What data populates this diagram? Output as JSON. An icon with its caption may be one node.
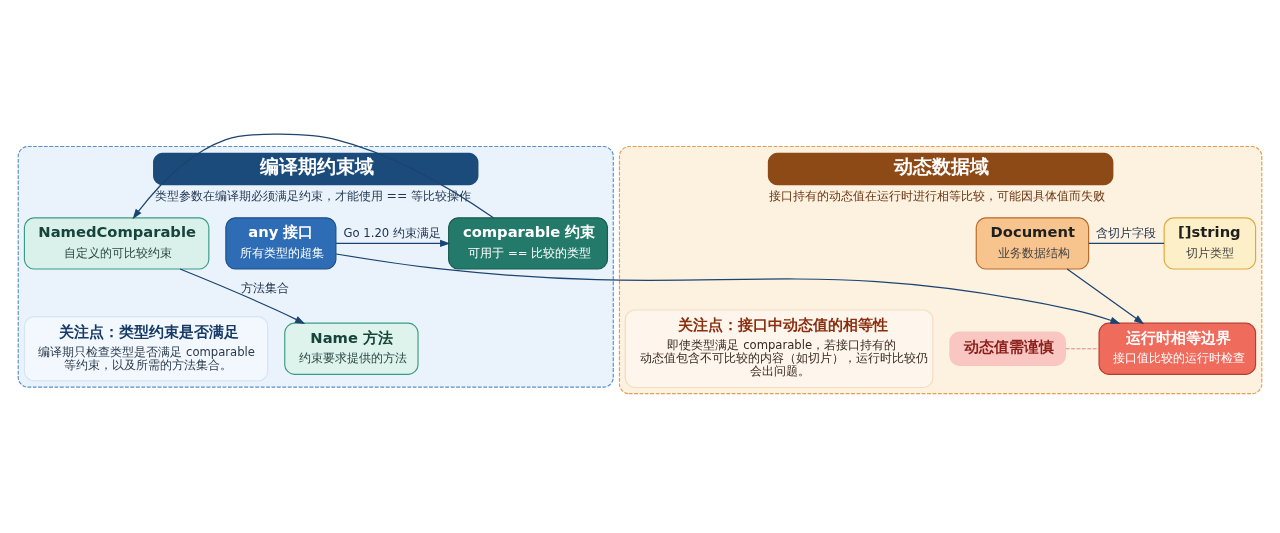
{
  "diagram": {
    "nodes": [
      {
        "text": [
          "编译期约束域",
          "类型参数在编译期必须满足约束，才能使用 == 等比较操作"
        ]
      },
      {
        "text": [
          "any 接口",
          "所有类型的超集"
        ],
        "in": 0
      },
      {
        "text": [
          "comparable 约束",
          "可用于 == 比较的类型"
        ],
        "in": 0
      },
      {
        "text": [
          "NamedComparable",
          "自定义的可比较约束"
        ],
        "in": 0
      },
      {
        "text": [
          "Name 方法",
          "约束要求提供的方法"
        ],
        "in": 0
      },
      {
        "text": [
          "关注点：类型约束是否满足",
          "编译期只检查类型是否满足 comparable 等约束，以及所需的方法集合。"
        ],
        "in": 0
      },
      {
        "text": [
          "动态数据域",
          "接口持有的动态值在运行时进行相等比较，可能因具体值而失败"
        ]
      },
      {
        "text": [
          "Document",
          "业务数据结构"
        ],
        "in": 6
      },
      {
        "text": [
          "[]string",
          "切片类型"
        ],
        "in": 6
      },
      {
        "text": [
          "运行时相等边界",
          "接口值比较的运行时检查"
        ],
        "in": 6
      },
      {
        "text": [
          "动态值需谨慎"
        ],
        "in": 6
      },
      {
        "text": [
          "关注点：接口中动态值的相等性",
          "即使类型满足 comparable，若接口持有的动态值包含不可比较的内容（如切片），运行时比较仍会出问题。"
        ],
        "in": 6
      }
    ],
    "edges": [
      {
        "from": 1,
        "to": 2,
        "arrow": "to",
        "label": "Go 1.20 约束满足"
      },
      {
        "from": 2,
        "to": 3,
        "arrow": "to"
      },
      {
        "from": 3,
        "to": 4,
        "arrow": "to",
        "label": "方法集合"
      },
      {
        "from": 1,
        "to": 9,
        "arrow": "to"
      },
      {
        "from": 7,
        "to": 8,
        "arrow": "none",
        "label": "含切片字段"
      },
      {
        "from": 7,
        "to": 9,
        "arrow": "to"
      },
      {
        "from": 10,
        "to": 9,
        "arrow": "none",
        "style": "dashed",
        "color": "#e06666"
      }
    ]
  }
}
